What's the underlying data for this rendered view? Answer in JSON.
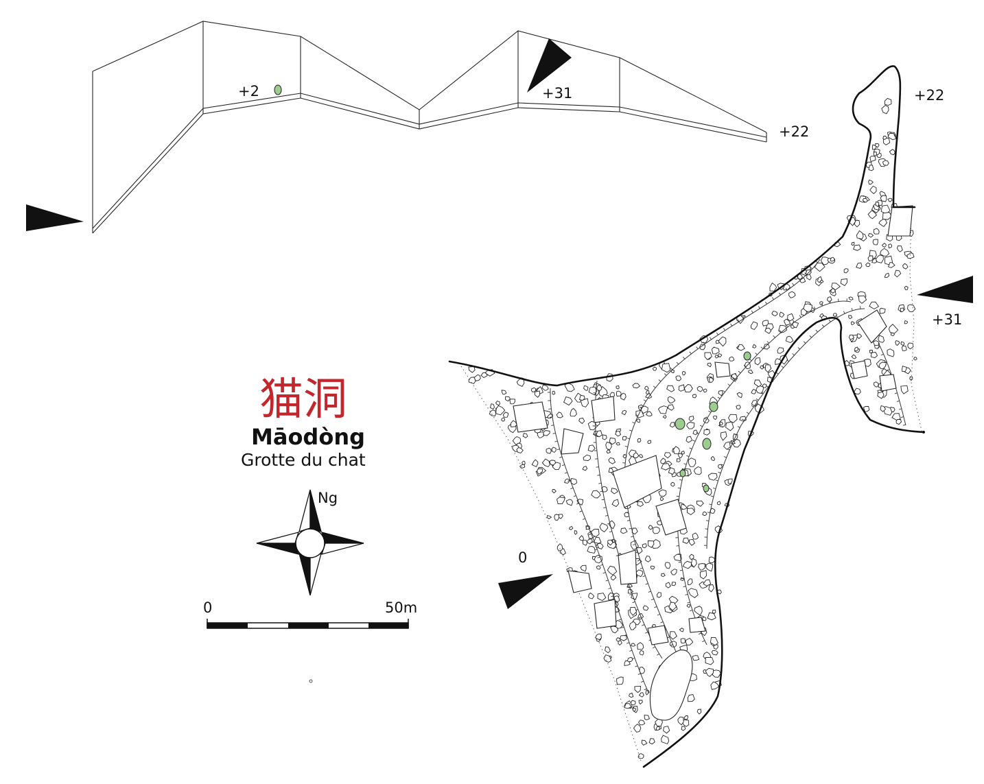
{
  "title": {
    "chinese": "猫洞",
    "pinyin": "Māodòng",
    "french": "Grotte du chat"
  },
  "north_label": "Ng",
  "scale": {
    "start": "0",
    "end": "50m"
  },
  "profile_labels": {
    "a": "+2",
    "b": "+31",
    "c": "+22"
  },
  "plan_labels": {
    "entrance": "0",
    "top": "+22",
    "side": "+31"
  },
  "colors": {
    "title_cn": "#c1272d",
    "ink": "#111111",
    "marker": "#111111",
    "speleothem": "#9ccc8f"
  }
}
